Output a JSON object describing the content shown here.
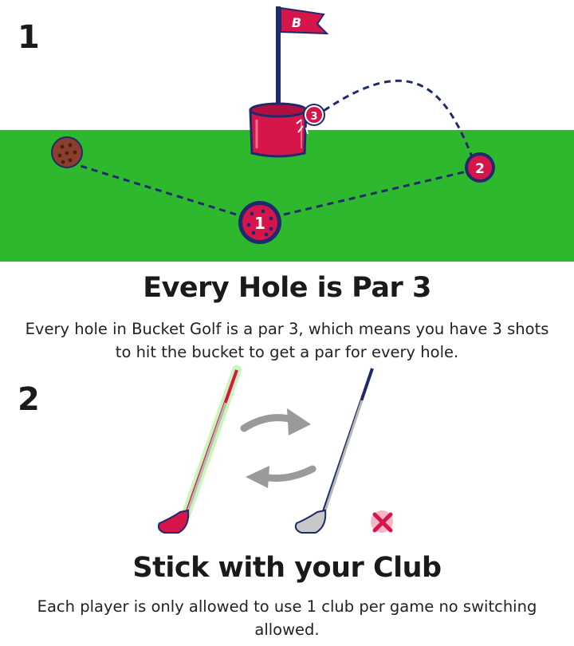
{
  "section1": {
    "step_number": "1",
    "flag_letter": "B",
    "shot_markers": [
      "1",
      "2",
      "3"
    ],
    "heading": "Every Hole is Par 3",
    "text": "Every hole in Bucket Golf is a par 3, which means you have 3 shots to hit the bucket to get a par for every hole."
  },
  "section2": {
    "step_number": "2",
    "heading": "Stick with your Club",
    "text": "Each player is only allowed to use 1 club per game no switching allowed."
  },
  "colors": {
    "grass": "#2eb82e",
    "brand_red": "#d6164a",
    "navy": "#1f2a6e",
    "arrow_gray": "#9a9a9a",
    "text": "#1a1a1a"
  }
}
